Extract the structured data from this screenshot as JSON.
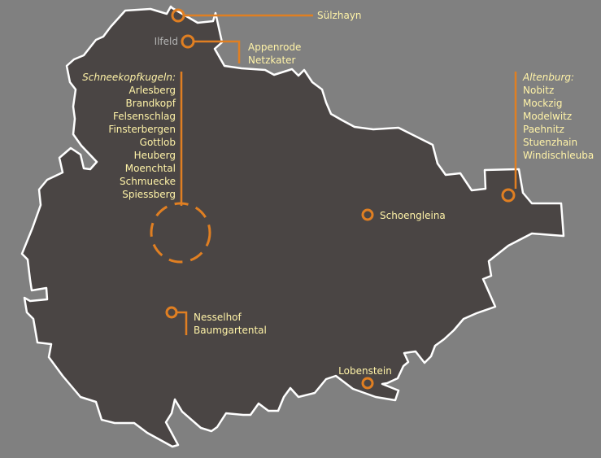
{
  "map": {
    "colors": {
      "background": "#808080",
      "region_fill": "#4a4544",
      "border": "#ffffff",
      "accent": "#e07f22",
      "label_text": "#fff3a8",
      "muted_text": "#b4b4b4"
    },
    "markers": {
      "suelzhayn": {
        "label": "Sülzhayn",
        "icon": "circle-marker"
      },
      "ilfeld": {
        "label": "Ilfeld",
        "icon": "circle-marker"
      },
      "ilfeld_group": {
        "items": [
          "Appenrode",
          "Netzkater"
        ]
      },
      "schneekopf": {
        "title": "Schneekopfkugeln:",
        "items": [
          "Arlesberg",
          "Brandkopf",
          "Felsenschlag",
          "Finsterbergen",
          "Gottlob",
          "Heuberg",
          "Moenchtal",
          "Schmuecke",
          "Spiessberg"
        ],
        "icon": "dashed-circle-area"
      },
      "altenburg": {
        "title": "Altenburg:",
        "items": [
          "Nobitz",
          "Mockzig",
          "Modelwitz",
          "Paehnitz",
          "Stuenzhain",
          "Windischleuba"
        ],
        "icon": "circle-marker"
      },
      "schoengleina": {
        "label": "Schoengleina",
        "icon": "circle-marker"
      },
      "nesselhof_group": {
        "items": [
          "Nesselhof",
          "Baumgartental"
        ],
        "icon": "circle-marker"
      },
      "lobenstein": {
        "label": "Lobenstein",
        "icon": "circle-marker"
      }
    }
  }
}
